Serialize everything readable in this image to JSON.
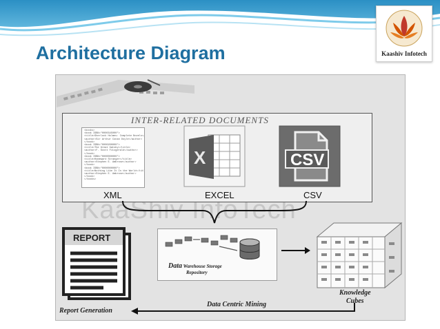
{
  "slide": {
    "title": "Architecture Diagram",
    "logo_text": "Kaashiv Infotech",
    "accent_color": "#1f6fa0"
  },
  "diagram": {
    "group_title": "INTER-RELATED DOCUMENTS",
    "documents": [
      {
        "label": "XML",
        "icon": "xml-document-icon"
      },
      {
        "label": "EXCEL",
        "icon": "excel-icon"
      },
      {
        "label": "CSV",
        "icon": "csv-file-icon"
      }
    ],
    "xml_snippet": [
      "<books>",
      "  <book ISBN=\"0000345000\">",
      "    <title>Sherlock Holmes: Complete Novels</title>",
      "    <author>Sir Arthur Conan Doyle</author>",
      "  </book>",
      "  <book ISBN=\"0000200000\">",
      "    <title>The Great Gatsby</title>",
      "    <author>F. Scott Fitzgerald</author>",
      "  </book>",
      "  <book ISBN=\"0000000000\">",
      "    <title>Homeward Stranger</title>",
      "    <author>Stephen E. Ambrose</author>",
      "  </book>",
      "  <book ISBN=\"0000000000\">",
      "    <title>Nothing Like It In the World</title>",
      "    <author>Stephen E. Ambrose</author>",
      "  </book>",
      "</books>"
    ],
    "csv_badge": "CSV",
    "watermark": "KaaShiv InfoTech",
    "report_header": "REPORT",
    "warehouse": {
      "prefix": "Data",
      "rest": " Warehouse Storage",
      "line2": "Repository"
    },
    "cubes_label": {
      "line1": "Knowledge",
      "line2": "Cubes"
    },
    "mining_label": "Data Centric Mining",
    "report_generation_label": "Report Generation"
  }
}
